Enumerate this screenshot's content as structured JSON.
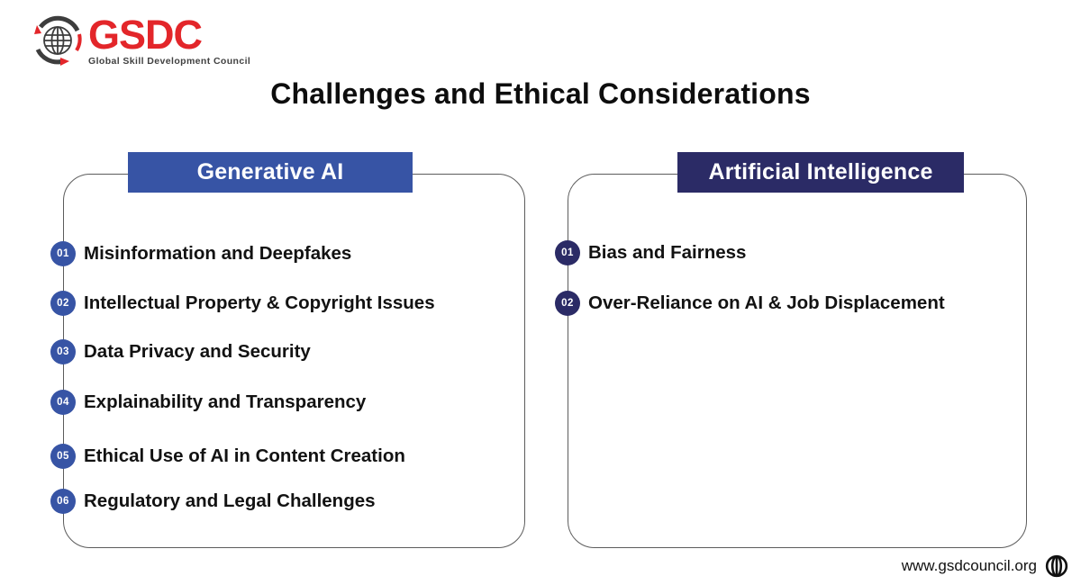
{
  "logo": {
    "name": "GSDC",
    "subtitle": "Global Skill Development Council",
    "brand_red": "#e3262a",
    "brand_dark": "#3d3d3d"
  },
  "title": "Challenges and Ethical Considerations",
  "colors": {
    "generative_ai_blue": "#3754a5",
    "artificial_intelligence_navy": "#2b2b66",
    "panel_border_gray": "#5c5c5c",
    "text_dark": "#121212"
  },
  "left_panel": {
    "header": "Generative AI",
    "items": [
      {
        "num": "01",
        "text": "Misinformation and Deepfakes"
      },
      {
        "num": "02",
        "text": "Intellectual Property & Copyright Issues"
      },
      {
        "num": "03",
        "text": "Data Privacy and Security"
      },
      {
        "num": "04",
        "text": "Explainability and Transparency"
      },
      {
        "num": "05",
        "text": "Ethical Use of AI in Content Creation"
      },
      {
        "num": "06",
        "text": "Regulatory and Legal Challenges"
      }
    ]
  },
  "right_panel": {
    "header": "Artificial Intelligence",
    "items": [
      {
        "num": "01",
        "text": "Bias and Fairness"
      },
      {
        "num": "02",
        "text": "Over-Reliance on AI & Job Displacement"
      }
    ]
  },
  "footer": {
    "website": "www.gsdcouncil.org",
    "icon": "globe-icon"
  }
}
